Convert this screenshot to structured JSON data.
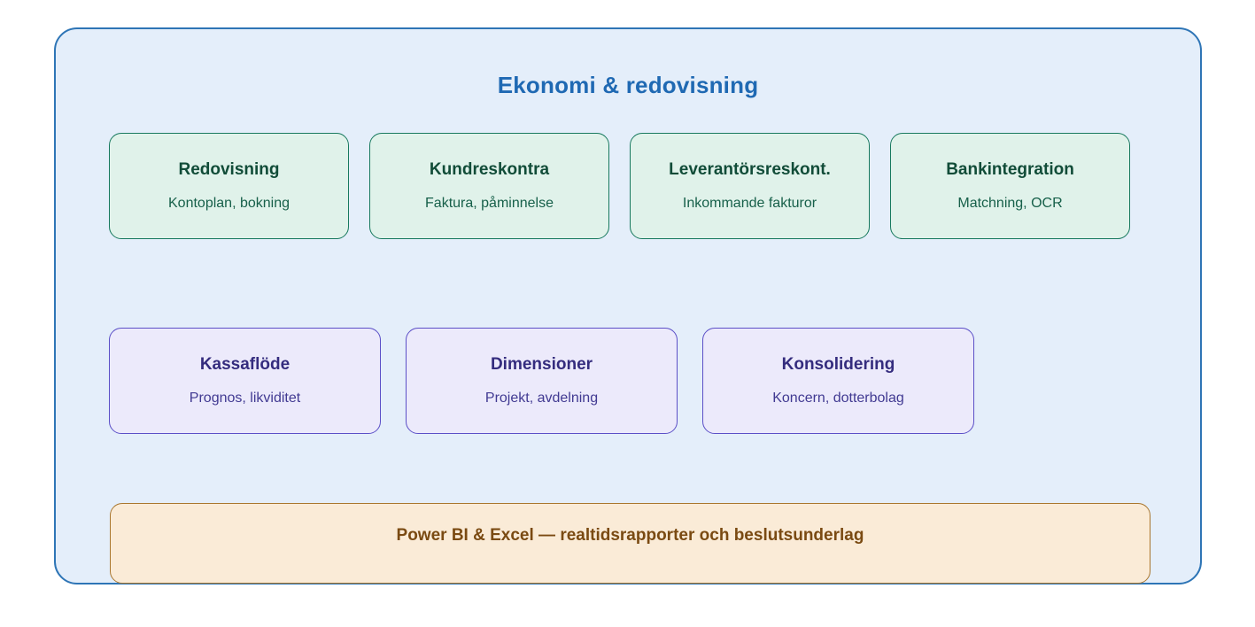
{
  "panel": {
    "title": "Ekonomi & redovisning",
    "border_color": "#2E75B6",
    "background_color": "#E4EEFA",
    "title_color": "#1F69B3"
  },
  "rows": {
    "green": {
      "accent_color": "#17795E",
      "fill_color": "#E0F2EA",
      "cards": [
        {
          "title": "Redovisning",
          "subtitle": "Kontoplan, bokning"
        },
        {
          "title": "Kundreskontra",
          "subtitle": "Faktura, påminnelse"
        },
        {
          "title": "Leverantörsreskont.",
          "subtitle": "Inkommande fakturor"
        },
        {
          "title": "Bankintegration",
          "subtitle": "Matchning, OCR"
        }
      ]
    },
    "purple": {
      "accent_color": "#5B4FC7",
      "fill_color": "#ECEAFB",
      "cards": [
        {
          "title": "Kassaflöde",
          "subtitle": "Prognos, likviditet"
        },
        {
          "title": "Dimensioner",
          "subtitle": "Projekt, avdelning"
        },
        {
          "title": "Konsolidering",
          "subtitle": "Koncern, dotterbolag"
        }
      ]
    }
  },
  "banner": {
    "text": "Power BI & Excel — realtidsrapporter och beslutsunderlag",
    "fill_color": "#FAEBD7",
    "border_color": "#A9762E",
    "text_color": "#7A4A12"
  }
}
